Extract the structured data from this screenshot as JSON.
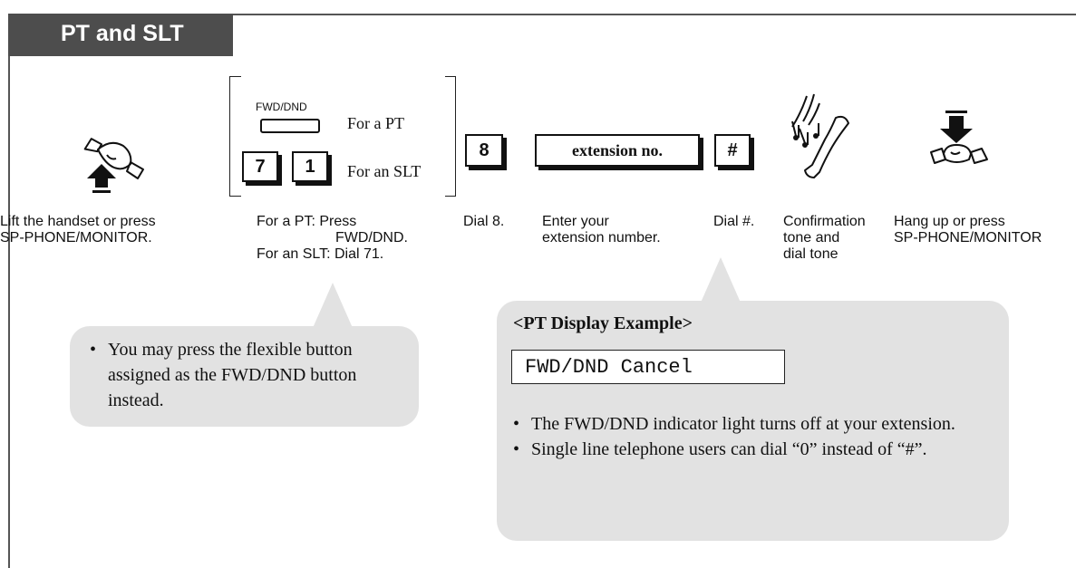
{
  "header": {
    "title": "PT and SLT"
  },
  "steps": {
    "step1": {
      "caption_line1": "Lift the handset or press",
      "caption_line2": "SP-PHONE/MONITOR."
    },
    "step2": {
      "fwd_label": "FWD/DND",
      "pt_label": "For a PT",
      "key_7": "7",
      "key_1": "1",
      "slt_label": "For an SLT",
      "caption_line1": "For a PT: Press",
      "caption_line2": "FWD/DND.",
      "caption_line3": "For an SLT: Dial 71."
    },
    "step3": {
      "key_8": "8",
      "caption": "Dial 8."
    },
    "step4": {
      "box_label": "extension no.",
      "caption_line1": "Enter your",
      "caption_line2": "extension number."
    },
    "step5": {
      "key_hash": "#",
      "caption": "Dial #."
    },
    "step6": {
      "caption_line1": "Confirmation",
      "caption_line2": "tone and",
      "caption_line3": "dial tone"
    },
    "step7": {
      "caption_line1": "Hang up or press",
      "caption_line2": "SP-PHONE/MONITOR"
    }
  },
  "notes": {
    "left_note": "You may press the flexible button assigned as the FWD/DND button instead.",
    "display_title": "<PT Display Example>",
    "display_text": "FWD/DND Cancel",
    "bullet1": "The FWD/DND indicator light turns off at your extension.",
    "bullet2": "Single line telephone users can dial “0” instead of “#”."
  },
  "icons": {
    "lift": "handset-lift-icon",
    "tone": "handset-tone-icon",
    "hangup": "handset-hangup-icon"
  }
}
